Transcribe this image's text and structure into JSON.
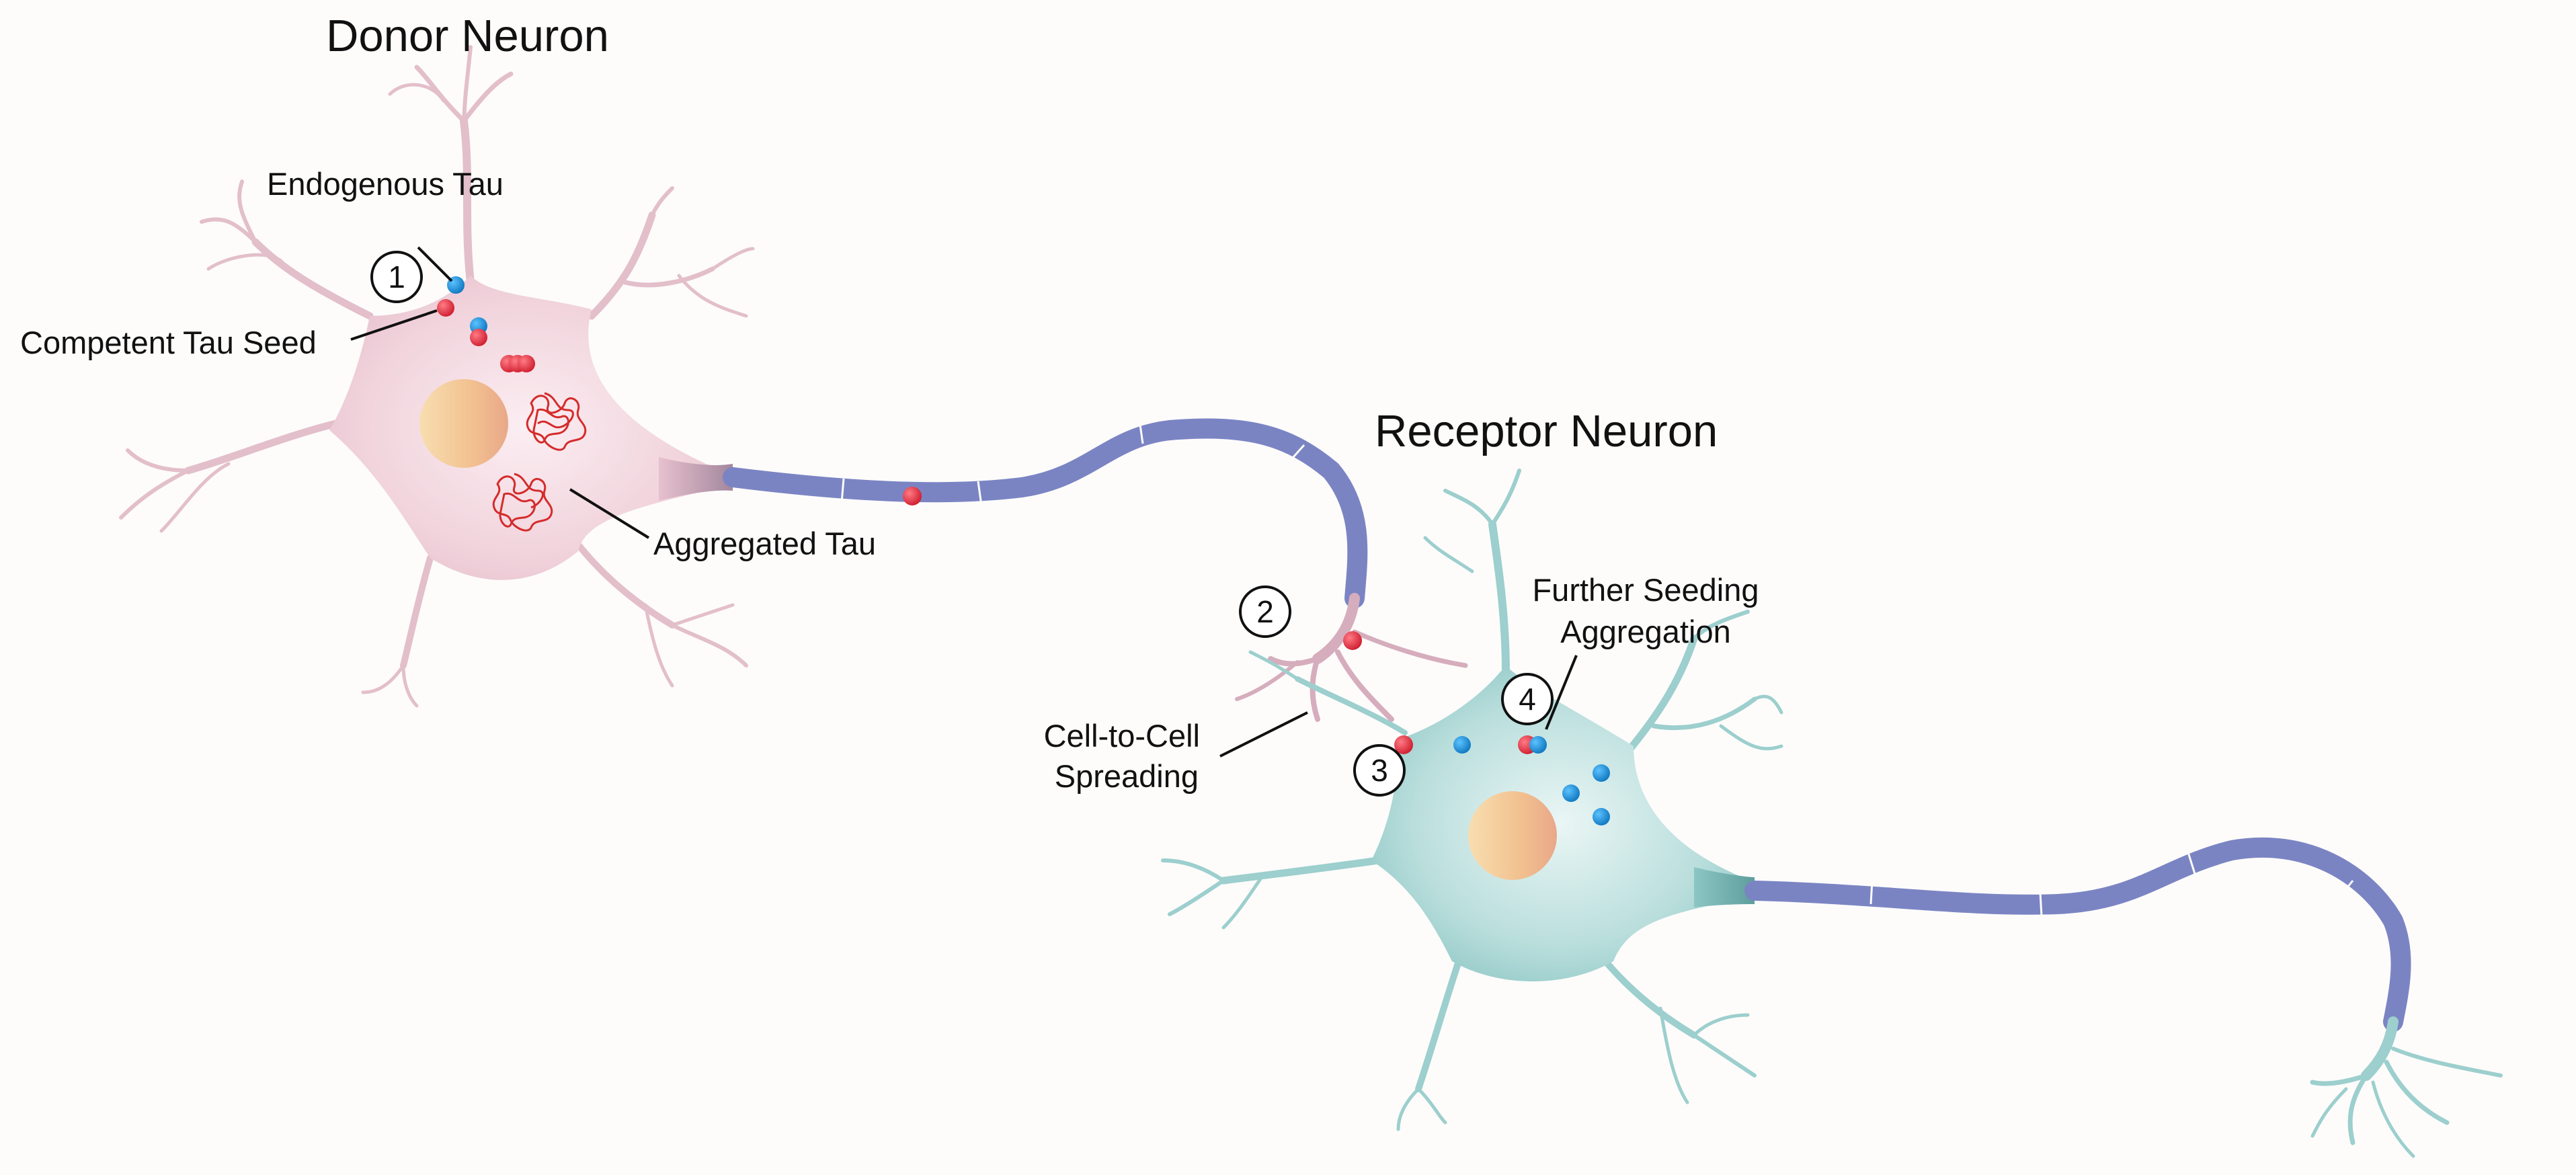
{
  "titles": {
    "donor": "Donor Neuron",
    "receptor": "Receptor Neuron"
  },
  "labels": {
    "endogenous_tau": "Endogenous Tau",
    "competent_tau_seed": "Competent Tau Seed",
    "aggregated_tau": "Aggregated Tau",
    "cell_to_cell_line1": "Cell-to-Cell",
    "cell_to_cell_line2": "Spreading",
    "further_seeding_line1": "Further Seeding",
    "further_seeding_line2": "Aggregation"
  },
  "steps": [
    "1",
    "2",
    "3",
    "4"
  ],
  "colors": {
    "donor_cell": "#f1d3dc",
    "receptor_cell": "#b5dcda",
    "axon": "#7b84c3",
    "nucleus": "#f3c393",
    "tau_seed": "#e23645",
    "endogenous_tau": "#1a8fd6",
    "aggregate": "#d52b2b"
  }
}
